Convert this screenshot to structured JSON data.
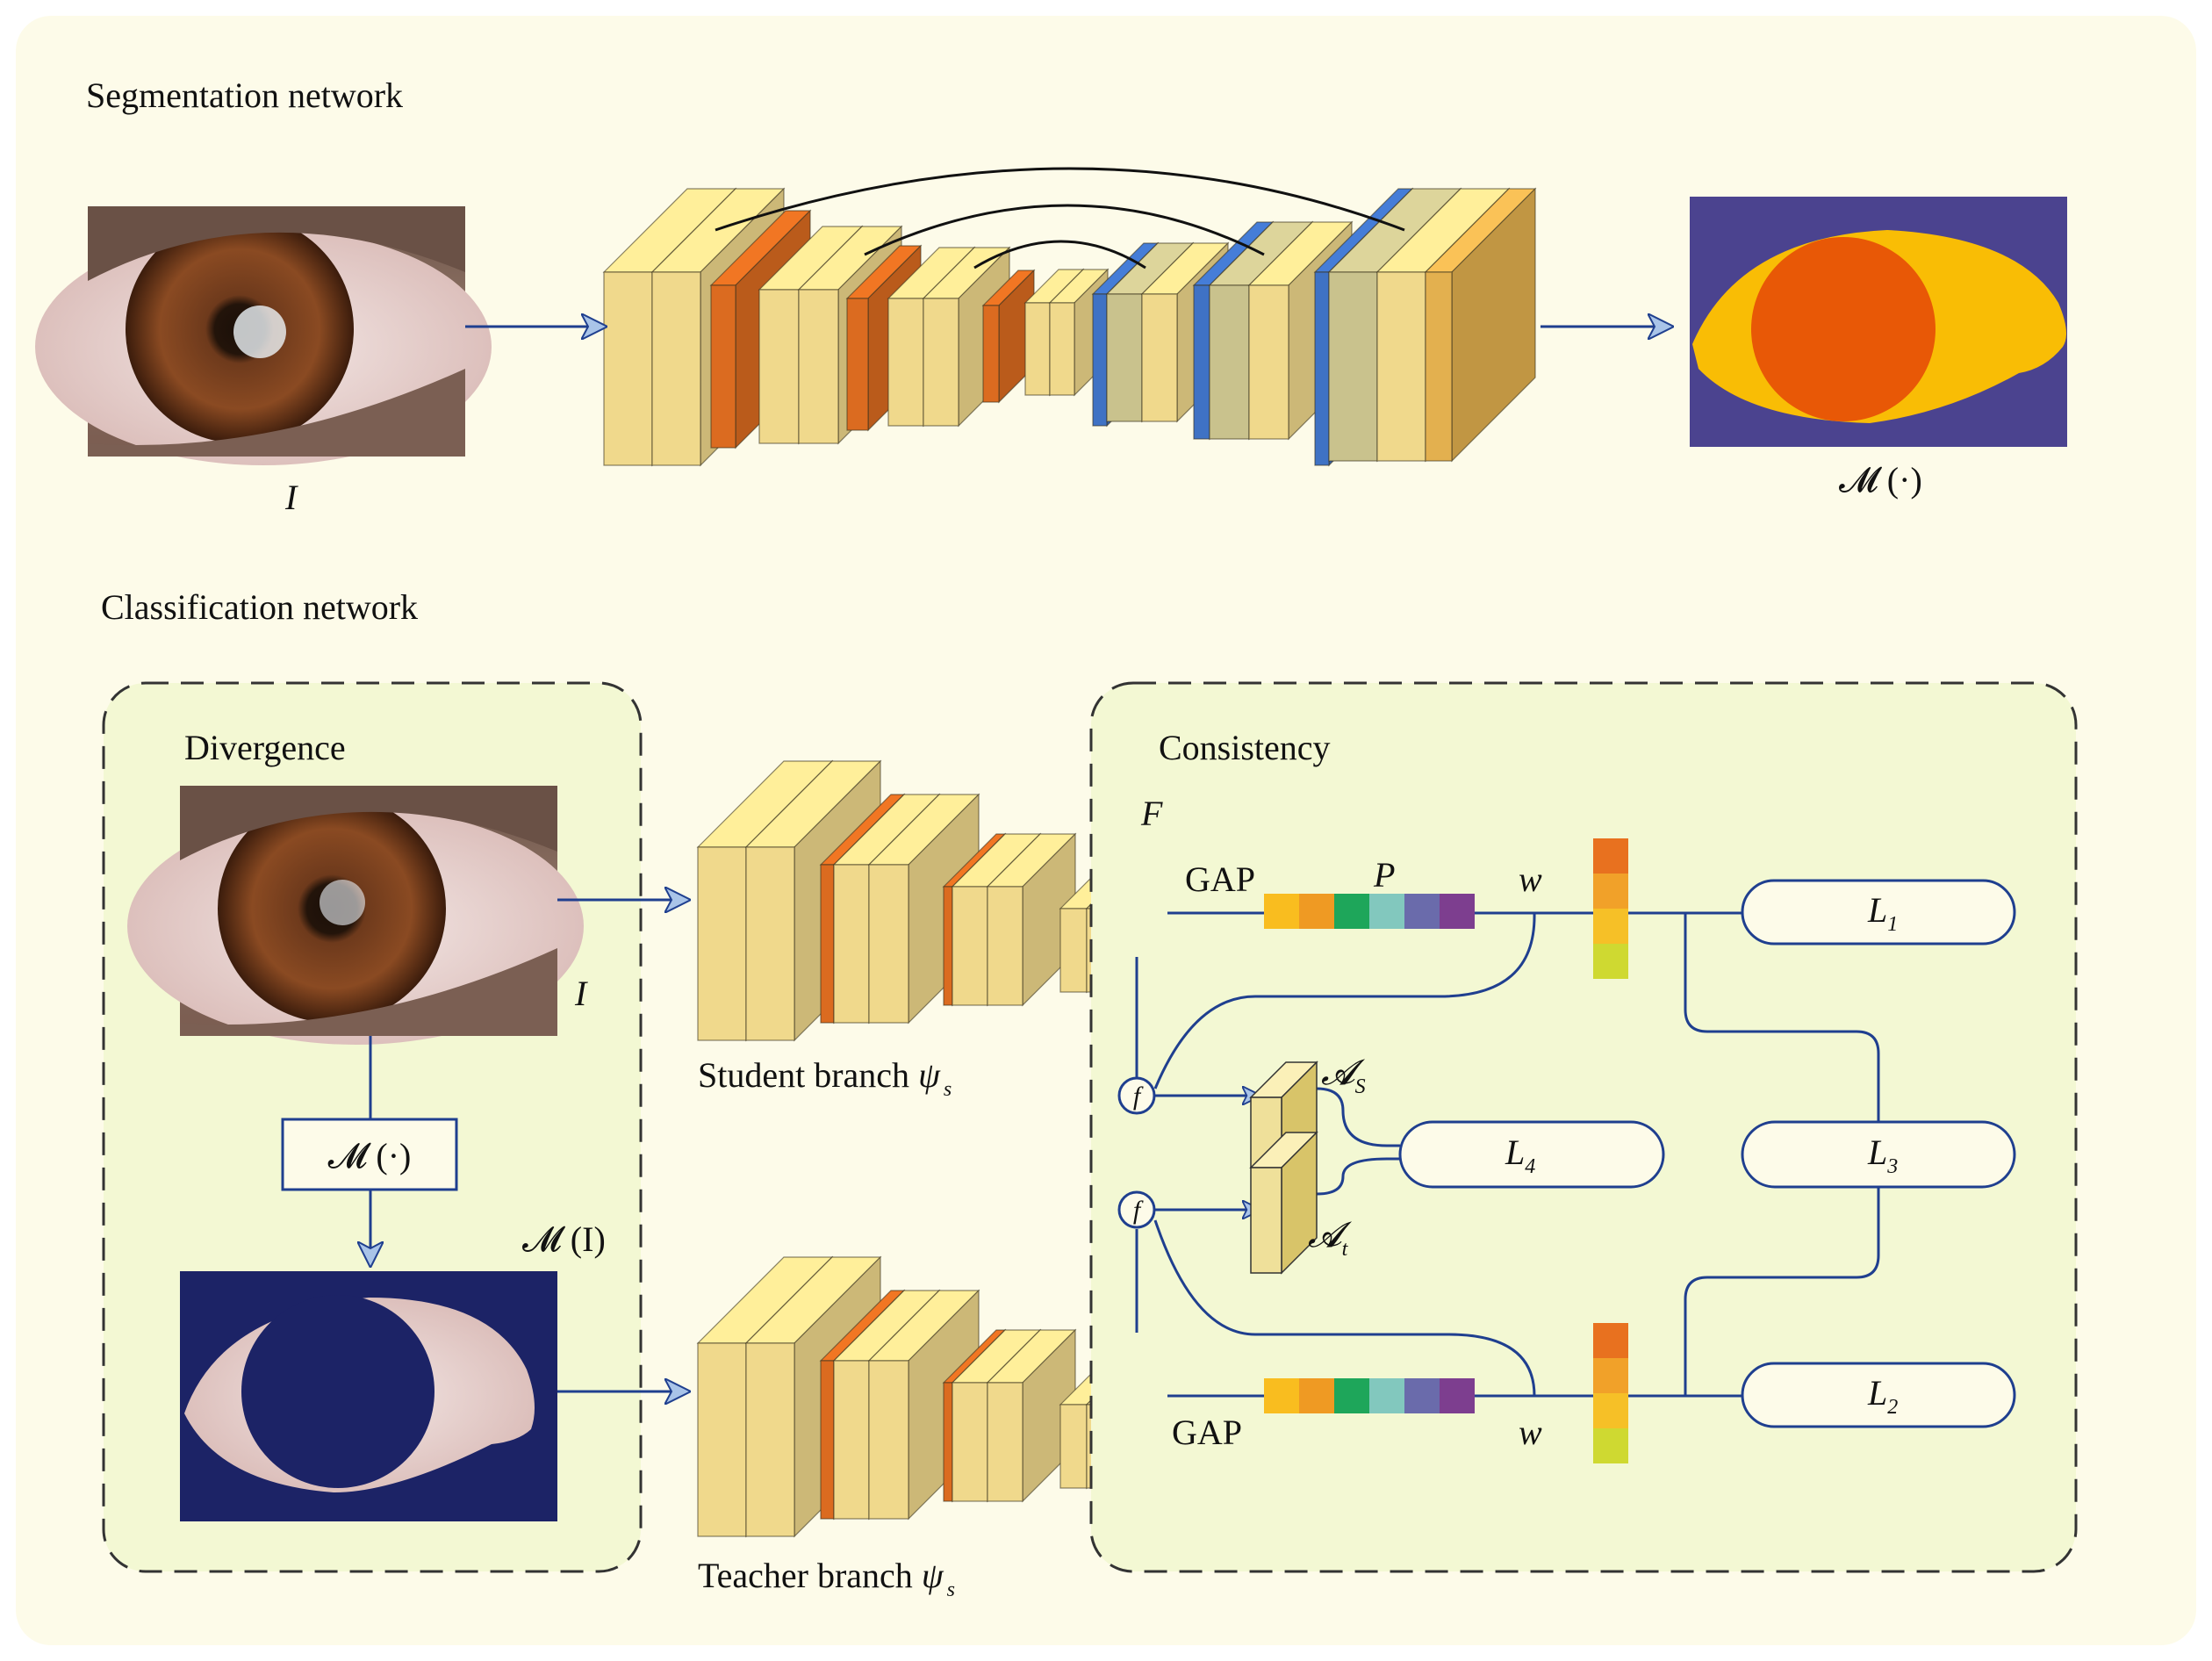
{
  "colors": {
    "background": "#fdfbe9",
    "panel": "#f3f8d3",
    "line": "#1f3f8f",
    "block_light": "#f0d98c",
    "block_mid": "#e3b04f",
    "block_orange": "#db6b20",
    "block_blue": "#3f72c4",
    "seg_bg": "#4b438f",
    "seg_sclera": "#f9bd05",
    "seg_iris": "#e85806",
    "mask_bg": "#1c2366"
  },
  "segmentation": {
    "title": "Segmentation network",
    "input_label": "I",
    "output_label": "𝓜 (·)"
  },
  "classification": {
    "title": "Classification network",
    "divergence": {
      "title": "Divergence",
      "input_label": "I",
      "mask_op": "𝓜 (·)",
      "masked_label": "𝓜 (I)"
    },
    "student": {
      "name": "Student branch ",
      "symbol": "ψ",
      "sub": "s"
    },
    "teacher": {
      "name": "Teacher branch ",
      "symbol": "ψ",
      "sub": "s"
    },
    "consistency": {
      "title": "Consistency",
      "feature_label": "F",
      "gap_top": "GAP",
      "gap_bottom": "GAP",
      "pooled_label": "P",
      "weight_top": "w",
      "weight_bottom": "w",
      "f_top": "f",
      "f_bottom": "f",
      "attention_s": {
        "main": "𝓐",
        "sub": "S"
      },
      "attention_t": {
        "main": "𝓐",
        "sub": "t"
      },
      "losses": [
        {
          "main": "L",
          "sub": "1"
        },
        {
          "main": "L",
          "sub": "2"
        },
        {
          "main": "L",
          "sub": "3"
        },
        {
          "main": "L",
          "sub": "4"
        }
      ]
    },
    "pooled_vector_colors": [
      "#f9bd1f",
      "#ef9a23",
      "#1ea65a",
      "#82c8be",
      "#6a6bab",
      "#7d3e8f"
    ],
    "prediction_colors": [
      "#e8711f",
      "#f1a129",
      "#f6c027",
      "#cfd931"
    ]
  }
}
